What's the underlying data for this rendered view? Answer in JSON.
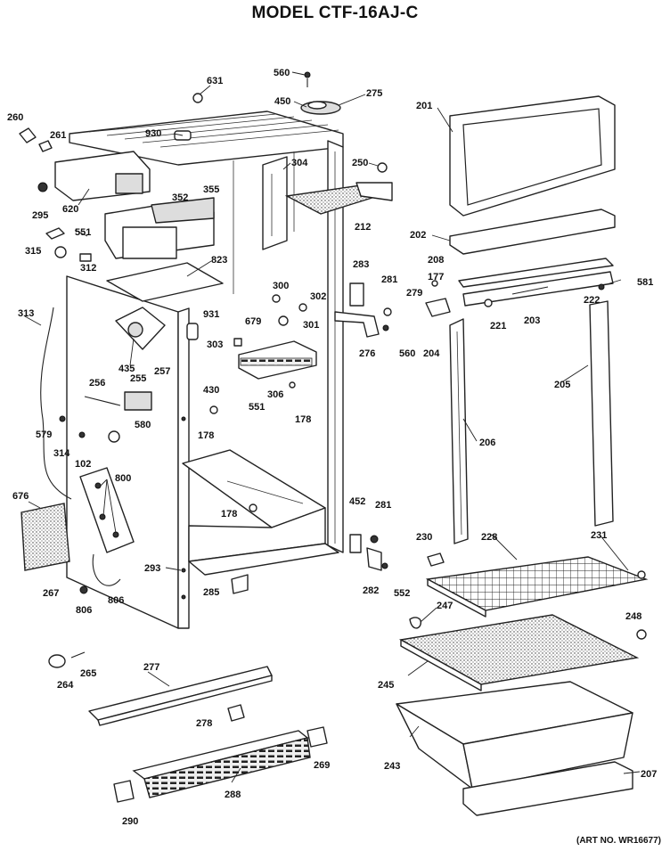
{
  "header": {
    "title": "MODEL CTF-16AJ-C"
  },
  "footer": {
    "art_no": "(ART NO. WR16677)"
  },
  "callouts": [
    {
      "id": "c631",
      "label": "631"
    },
    {
      "id": "c560a",
      "label": "560"
    },
    {
      "id": "c450",
      "label": "450"
    },
    {
      "id": "c275",
      "label": "275"
    },
    {
      "id": "c260",
      "label": "260"
    },
    {
      "id": "c261",
      "label": "261"
    },
    {
      "id": "c930",
      "label": "930"
    },
    {
      "id": "c304",
      "label": "304"
    },
    {
      "id": "c250",
      "label": "250"
    },
    {
      "id": "c201",
      "label": "201"
    },
    {
      "id": "c352",
      "label": "352"
    },
    {
      "id": "c355",
      "label": "355"
    },
    {
      "id": "c620",
      "label": "620"
    },
    {
      "id": "c212",
      "label": "212"
    },
    {
      "id": "c295",
      "label": "295"
    },
    {
      "id": "c551a",
      "label": "551"
    },
    {
      "id": "c202",
      "label": "202"
    },
    {
      "id": "c315",
      "label": "315"
    },
    {
      "id": "c312",
      "label": "312"
    },
    {
      "id": "c823",
      "label": "823"
    },
    {
      "id": "c283",
      "label": "283"
    },
    {
      "id": "c208",
      "label": "208"
    },
    {
      "id": "c177",
      "label": "177"
    },
    {
      "id": "c581",
      "label": "581"
    },
    {
      "id": "c300",
      "label": "300"
    },
    {
      "id": "c281a",
      "label": "281"
    },
    {
      "id": "c279",
      "label": "279"
    },
    {
      "id": "c302",
      "label": "302"
    },
    {
      "id": "c222",
      "label": "222"
    },
    {
      "id": "c313",
      "label": "313"
    },
    {
      "id": "c931",
      "label": "931"
    },
    {
      "id": "c679",
      "label": "679"
    },
    {
      "id": "c301",
      "label": "301"
    },
    {
      "id": "c221",
      "label": "221"
    },
    {
      "id": "c203",
      "label": "203"
    },
    {
      "id": "c303",
      "label": "303"
    },
    {
      "id": "c276",
      "label": "276"
    },
    {
      "id": "c560b",
      "label": "560"
    },
    {
      "id": "c204",
      "label": "204"
    },
    {
      "id": "c435",
      "label": "435"
    },
    {
      "id": "c257",
      "label": "257"
    },
    {
      "id": "c205",
      "label": "205"
    },
    {
      "id": "c256",
      "label": "256"
    },
    {
      "id": "c255",
      "label": "255"
    },
    {
      "id": "c430",
      "label": "430"
    },
    {
      "id": "c306",
      "label": "306"
    },
    {
      "id": "c551b",
      "label": "551"
    },
    {
      "id": "c178a",
      "label": "178"
    },
    {
      "id": "c579",
      "label": "579"
    },
    {
      "id": "c580",
      "label": "580"
    },
    {
      "id": "c178b",
      "label": "178"
    },
    {
      "id": "c206",
      "label": "206"
    },
    {
      "id": "c314",
      "label": "314"
    },
    {
      "id": "c102",
      "label": "102"
    },
    {
      "id": "c800",
      "label": "800"
    },
    {
      "id": "c676",
      "label": "676"
    },
    {
      "id": "c452",
      "label": "452"
    },
    {
      "id": "c281b",
      "label": "281"
    },
    {
      "id": "c178c",
      "label": "178"
    },
    {
      "id": "c230",
      "label": "230"
    },
    {
      "id": "c228",
      "label": "228"
    },
    {
      "id": "c231",
      "label": "231"
    },
    {
      "id": "c293",
      "label": "293"
    },
    {
      "id": "c282",
      "label": "282"
    },
    {
      "id": "c552",
      "label": "552"
    },
    {
      "id": "c285",
      "label": "285"
    },
    {
      "id": "c267",
      "label": "267"
    },
    {
      "id": "c806a",
      "label": "806"
    },
    {
      "id": "c806b",
      "label": "806"
    },
    {
      "id": "c247",
      "label": "247"
    },
    {
      "id": "c248",
      "label": "248"
    },
    {
      "id": "c264",
      "label": "264"
    },
    {
      "id": "c265",
      "label": "265"
    },
    {
      "id": "c277",
      "label": "277"
    },
    {
      "id": "c245",
      "label": "245"
    },
    {
      "id": "c278",
      "label": "278"
    },
    {
      "id": "c269",
      "label": "269"
    },
    {
      "id": "c243",
      "label": "243"
    },
    {
      "id": "c288",
      "label": "288"
    },
    {
      "id": "c207",
      "label": "207"
    },
    {
      "id": "c290",
      "label": "290"
    }
  ]
}
